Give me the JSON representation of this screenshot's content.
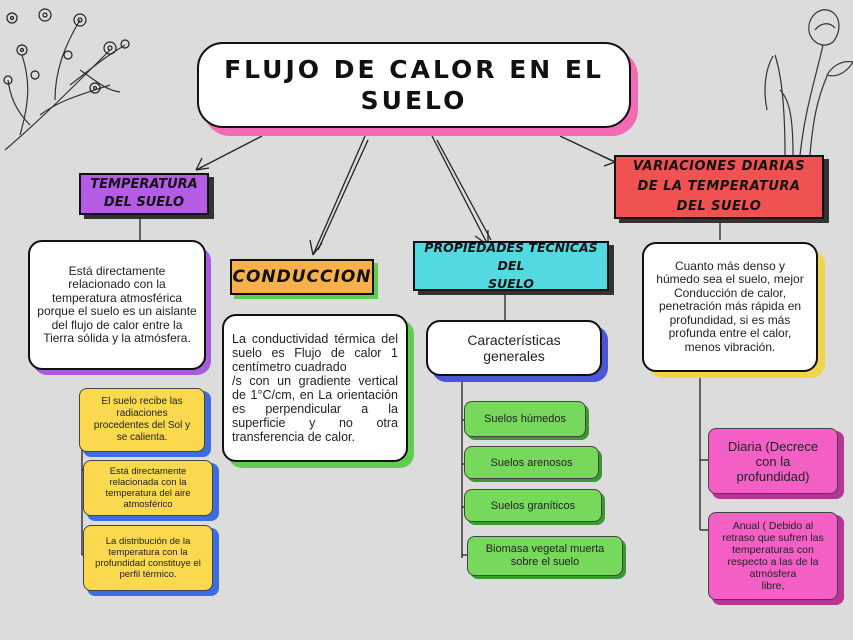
{
  "title": "FLUJO DE CALOR EN EL\nSUELO",
  "temperatura": {
    "heading": "TEMPERATURA\nDEL SUELO",
    "description": "Está directamente relacionado con la temperatura atmosférica porque el suelo es un aislante del flujo de calor entre la Tierra sólida y la atmósfera.",
    "items": [
      "El suelo recibe las radiaciones procedentes del Sol y se calienta.",
      "Está directamente relacionada con la temperatura del aire atmosférico",
      "La distribución de la temperatura con la profundidad constituye el perfil térmico."
    ]
  },
  "conduccion": {
    "heading": "CONDUCCION",
    "description": "La conductividad térmica del suelo es Flujo de calor 1 centímetro cuadrado\n/s con un gradiente vertical de 1°C/cm, en La orientación es perpendicular a la superficie y no otra transferencia de calor."
  },
  "propiedades": {
    "heading": "PROPIEDADES TECNICAS DEL\nSUELO",
    "subheading": "Características generales",
    "items": [
      "Suelos húmedos",
      "Suelos arenosos",
      "Suelos graníticos",
      "Biomasa vegetal muerta sobre el suelo"
    ]
  },
  "variaciones": {
    "heading": "VARIACIONES DIARIAS\nDE LA TEMPERATURA\nDEL SUELO",
    "description": "Cuanto más denso y húmedo sea el suelo, mejor\nConducción de calor, penetración más rápida en\nprofundidad, si es más profunda entre el calor, menos vibración.",
    "items": [
      "Diaria (Decrece con la profundidad)",
      "Anual ( Debido al retraso que sufren las temperaturas con respecto a las de la atmósfera\nlibre,"
    ]
  },
  "colors": {
    "background": "#dcdcdc",
    "title_shadow": "#f26bb3",
    "temperatura": "#b55ce6",
    "conduccion": "#f7b04a",
    "propiedades": "#53d9e0",
    "variaciones": "#f05252",
    "yellow": "#fbd94f",
    "green": "#77d95c",
    "pink": "#f45fc6"
  },
  "icons": [
    "flower-branch-icon",
    "tulip-icon"
  ]
}
